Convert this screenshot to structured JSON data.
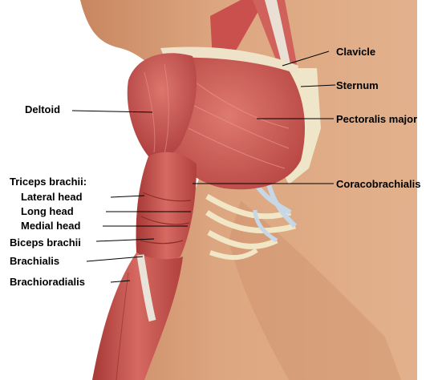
{
  "labels": {
    "clavicle": "Clavicle",
    "sternum": "Sternum",
    "deltoid": "Deltoid",
    "pectoralis_major": "Pectoralis major",
    "triceps_brachii": "Triceps brachii:",
    "lateral_head": "Lateral head",
    "long_head": "Long head",
    "medial_head": "Medial head",
    "coracobrachialis": "Coracobrachialis",
    "biceps_brachii": "Biceps brachii",
    "brachialis": "Brachialis",
    "brachioradialis": "Brachioradialis"
  },
  "colors": {
    "muscle": "#c8504e",
    "muscle_dark": "#9e3431",
    "muscle_light": "#de7b72",
    "tendon": "#e8e2d6",
    "bone": "#f0e6c8",
    "cartilage": "#c8d6e4",
    "skin": "#d9a27c",
    "skin_shadow": "#c38660"
  }
}
